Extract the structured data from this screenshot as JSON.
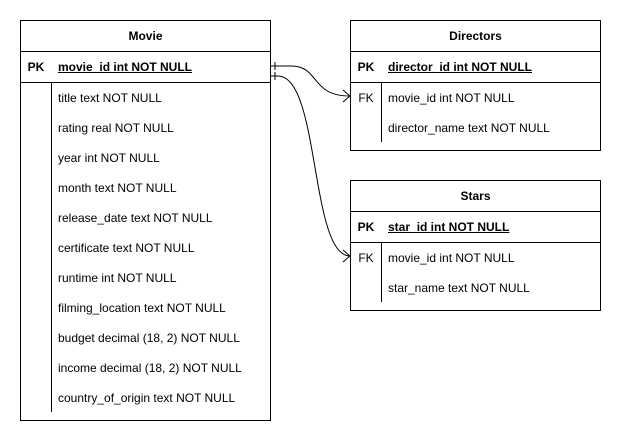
{
  "entities": [
    {
      "name": "Movie",
      "pk": {
        "key": "PK",
        "field": "movie_id int NOT NULL"
      },
      "fields": [
        {
          "key": "",
          "field": "title text NOT NULL"
        },
        {
          "key": "",
          "field": "rating real NOT NULL"
        },
        {
          "key": "",
          "field": "year int NOT NULL"
        },
        {
          "key": "",
          "field": "month text NOT NULL"
        },
        {
          "key": "",
          "field": "release_date text NOT NULL"
        },
        {
          "key": "",
          "field": "certificate text NOT NULL"
        },
        {
          "key": "",
          "field": "runtime int NOT NULL"
        },
        {
          "key": "",
          "field": "filming_location text NOT NULL"
        },
        {
          "key": "",
          "field": "budget decimal (18, 2) NOT NULL"
        },
        {
          "key": "",
          "field": "income decimal (18, 2) NOT NULL"
        },
        {
          "key": "",
          "field": "country_of_origin text NOT NULL"
        }
      ]
    },
    {
      "name": "Directors",
      "pk": {
        "key": "PK",
        "field": "director_id int NOT NULL"
      },
      "fields": [
        {
          "key": "FK",
          "field": "movie_id int NOT NULL"
        },
        {
          "key": "",
          "field": "director_name text NOT NULL"
        }
      ]
    },
    {
      "name": "Stars",
      "pk": {
        "key": "PK",
        "field": "star_id int NOT NULL"
      },
      "fields": [
        {
          "key": "FK",
          "field": "movie_id int NOT NULL"
        },
        {
          "key": "",
          "field": "star_name text NOT NULL"
        }
      ]
    }
  ],
  "relationships": [
    {
      "from": "Movie.movie_id",
      "to": "Directors.movie_id",
      "from_end": "one",
      "to_end": "many"
    },
    {
      "from": "Movie.movie_id",
      "to": "Stars.movie_id",
      "from_end": "one",
      "to_end": "many"
    }
  ]
}
